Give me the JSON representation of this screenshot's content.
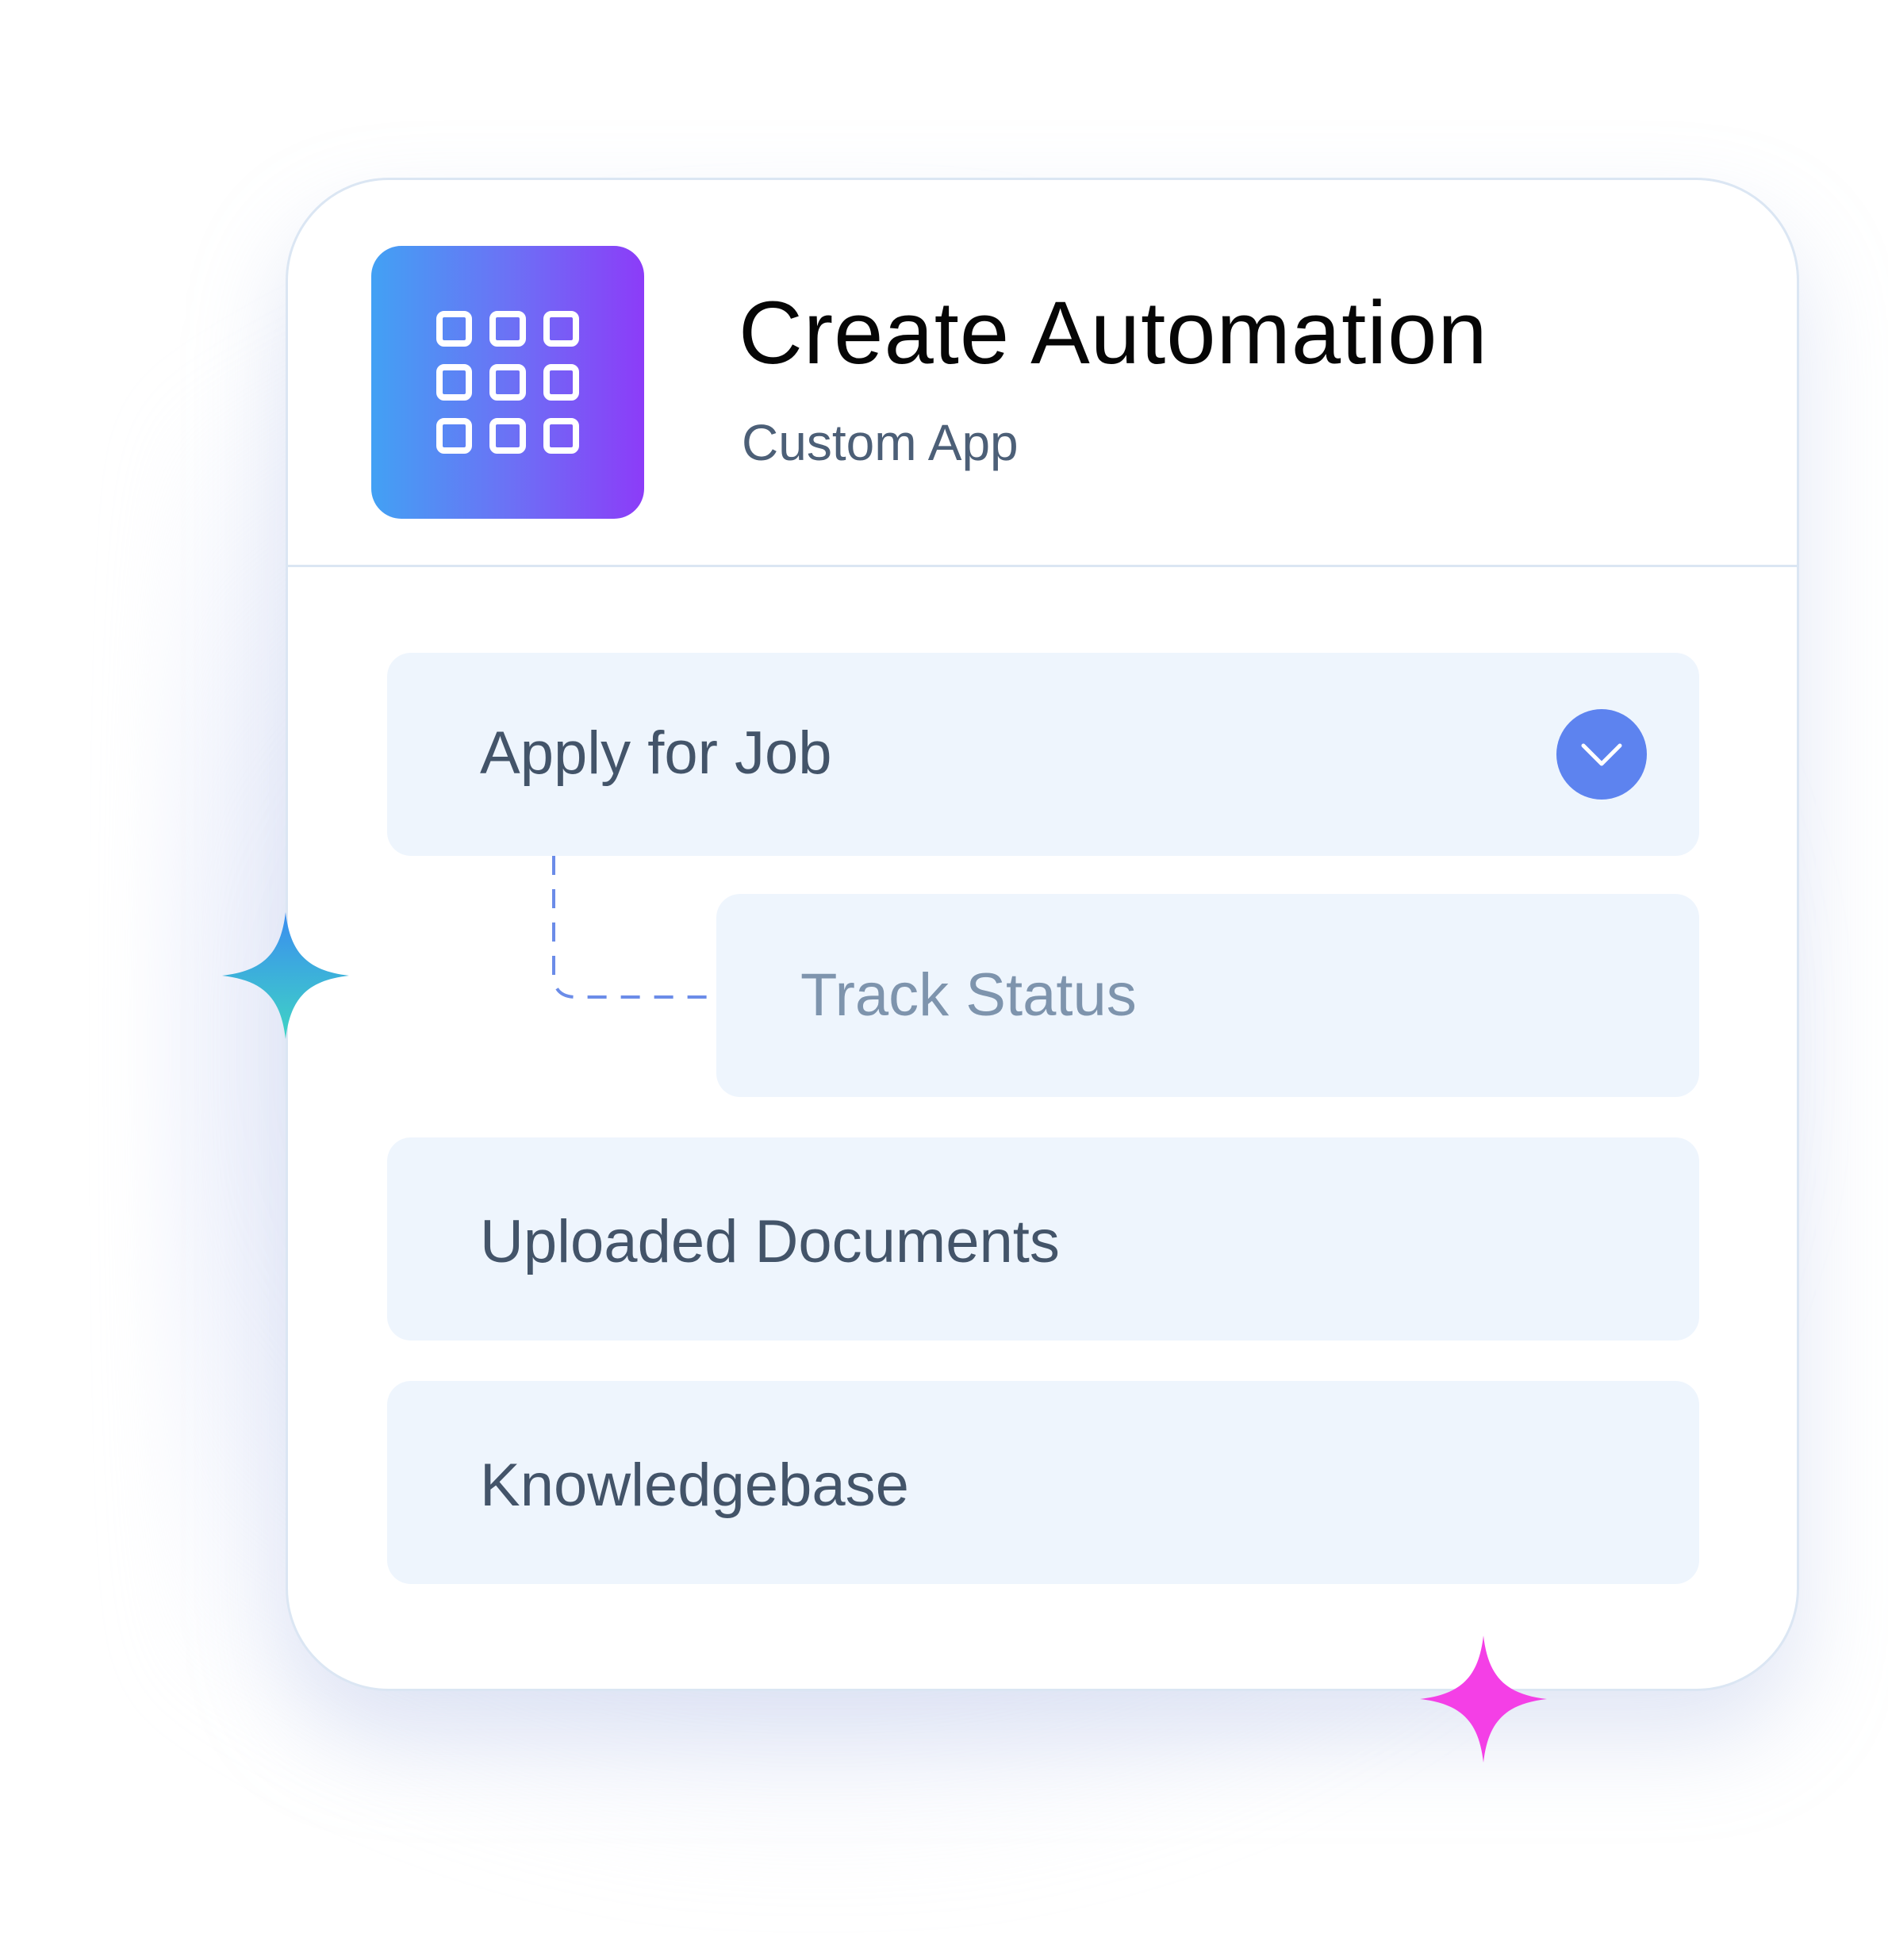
{
  "header": {
    "title": "Create Automation",
    "subtitle": "Custom App",
    "icon": "app-grid-icon"
  },
  "items": [
    {
      "label": "Apply for Job",
      "expanded": true,
      "toggle_icon": "chevron-down-icon"
    },
    {
      "label": "Track Status",
      "nested": true
    },
    {
      "label": "Uploaded Documents"
    },
    {
      "label": "Knowledgebase"
    }
  ],
  "colors": {
    "icon_gradient": [
      "#42a1f4",
      "#8c3cf8"
    ],
    "toggle": "#5d83ef",
    "row_background": "#eef5fd",
    "sparkle_left": [
      "#3a8df0",
      "#3fd4c4"
    ],
    "sparkle_right": "#f43fe6"
  }
}
